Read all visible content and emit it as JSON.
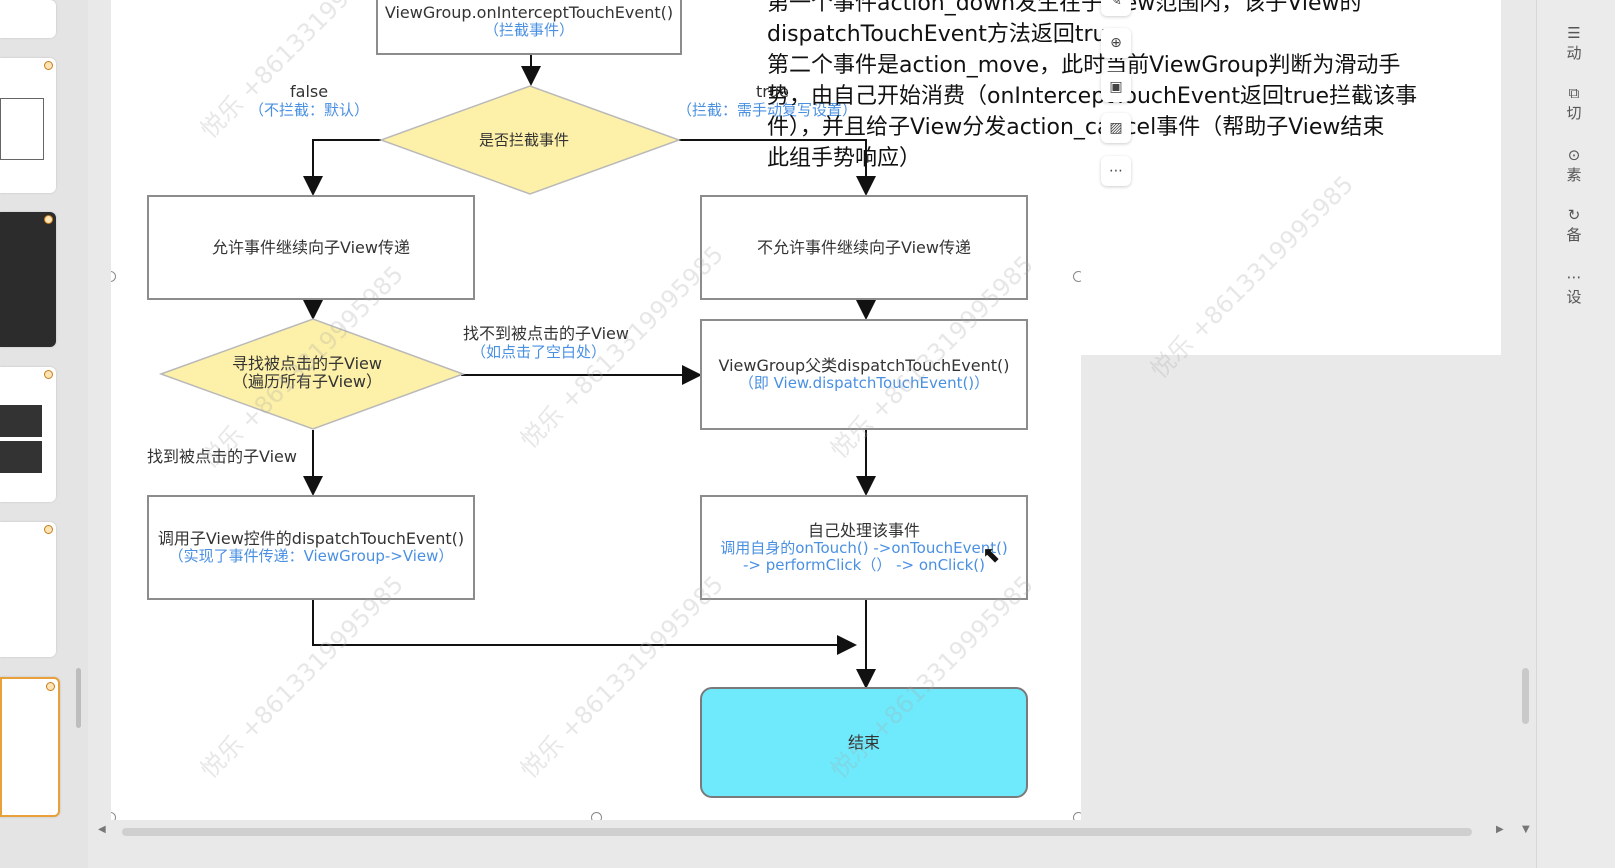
{
  "flowchart": {
    "top_box": {
      "main": "ViewGroup.onInterceptTouchEvent()",
      "sub": "（拦截事件）"
    },
    "decision_intercept": "是否拦截事件",
    "false_label": "false",
    "false_sub": "（不拦截：默认）",
    "true_label": "true",
    "true_sub": "（拦截：需手动复写设置）",
    "allow_box": "允许事件继续向子View传递",
    "deny_box": "不允许事件继续向子View传递",
    "find_decision": {
      "line1": "寻找被点击的子View",
      "line2": "（遍历所有子View）"
    },
    "not_found_label": "找不到被点击的子View",
    "not_found_sub": "（如点击了空白处）",
    "found_label": "找到被点击的子View",
    "parent_dispatch_box": {
      "main": "ViewGroup父类dispatchTouchEvent()",
      "sub": "（即 View.dispatchTouchEvent()）"
    },
    "child_dispatch_box": {
      "main": "调用子View控件的dispatchTouchEvent()",
      "sub": "（实现了事件传递：ViewGroup->View）"
    },
    "self_handle_box": {
      "main": "自己处理该事件",
      "sub1": "调用自身的onTouch() ->onTouchEvent()",
      "sub2": "-> performClick（） -> onClick()"
    },
    "end_box": "结束"
  },
  "overlay_text": {
    "line1": "第一个事件action_down发生在子View范围内，该子View的",
    "line2": "dispatchTouchEvent方法返回true",
    "line3": "第二个事件是action_move，此时当前ViewGroup判断为滑动手",
    "line4": "势，由自己开始消费（onInterceptTouchEvent返回true拦截该事",
    "line5": "件），并且给子View分发action_cancel事件（帮助子View结束",
    "line6": "此组手势响应）"
  },
  "watermark": "悦乐 +8613319995985",
  "right_panel": {
    "items": [
      "动",
      "切",
      "素",
      "备",
      "设"
    ]
  },
  "colors": {
    "decision_fill": "#fdf0a8",
    "end_fill": "#6eeafc",
    "accent": "#e8a13a"
  }
}
